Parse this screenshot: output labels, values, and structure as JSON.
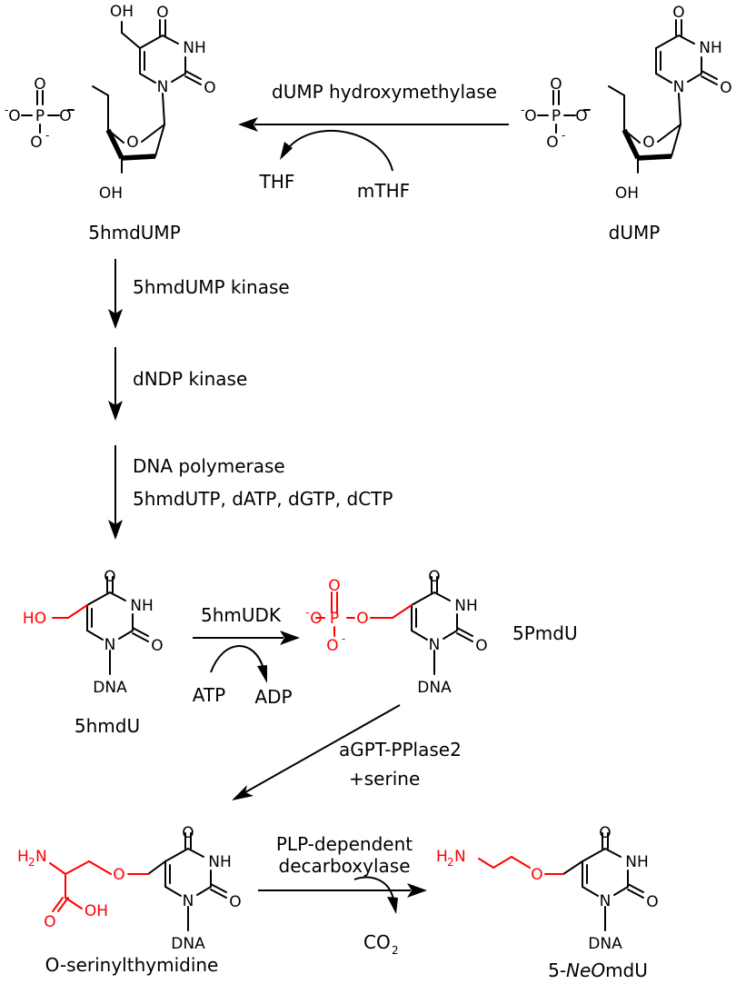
{
  "colors": {
    "ink": "#000000",
    "highlight": "#ff0000",
    "background": "#ffffff"
  },
  "compounds": {
    "c5hmdump": "5hmdUMP",
    "dump": "dUMP",
    "c5hmdu": "5hmdU",
    "c5pmdu": "5PmdU",
    "oserinyl": "O-serinylthymidine",
    "neo_prefix": "5-",
    "neo_italic": "NeO",
    "neo_suffix": "mdU"
  },
  "enzymes": {
    "hydroxymethylase": "dUMP hydroxymethylase",
    "kinase_5hmdump": "5hmdUMP kinase",
    "dndp_kinase": "dNDP kinase",
    "dna_polymerase": "DNA polymerase",
    "hmudk": "5hmUDK",
    "agpt_line1": "aGPT-PPlase2",
    "agpt_line2": "+serine",
    "plp_line1": "PLP-dependent",
    "plp_line2": "decarboxylase"
  },
  "cofactors": {
    "thf": "THF",
    "mthf": "mTHF",
    "nucleotides": "5hmdUTP, dATP, dGTP, dCTP",
    "atp": "ATP",
    "adp": "ADP",
    "co2_base": "CO",
    "co2_sub": "2"
  },
  "atoms": {
    "O": "O",
    "NH": "NH",
    "N": "N",
    "OH": "OH",
    "HO": "HO",
    "P": "P",
    "DNA": "DNA",
    "minus": "-",
    "H2N_H": "H",
    "H2N_2": "2",
    "H2N_N": "N"
  }
}
